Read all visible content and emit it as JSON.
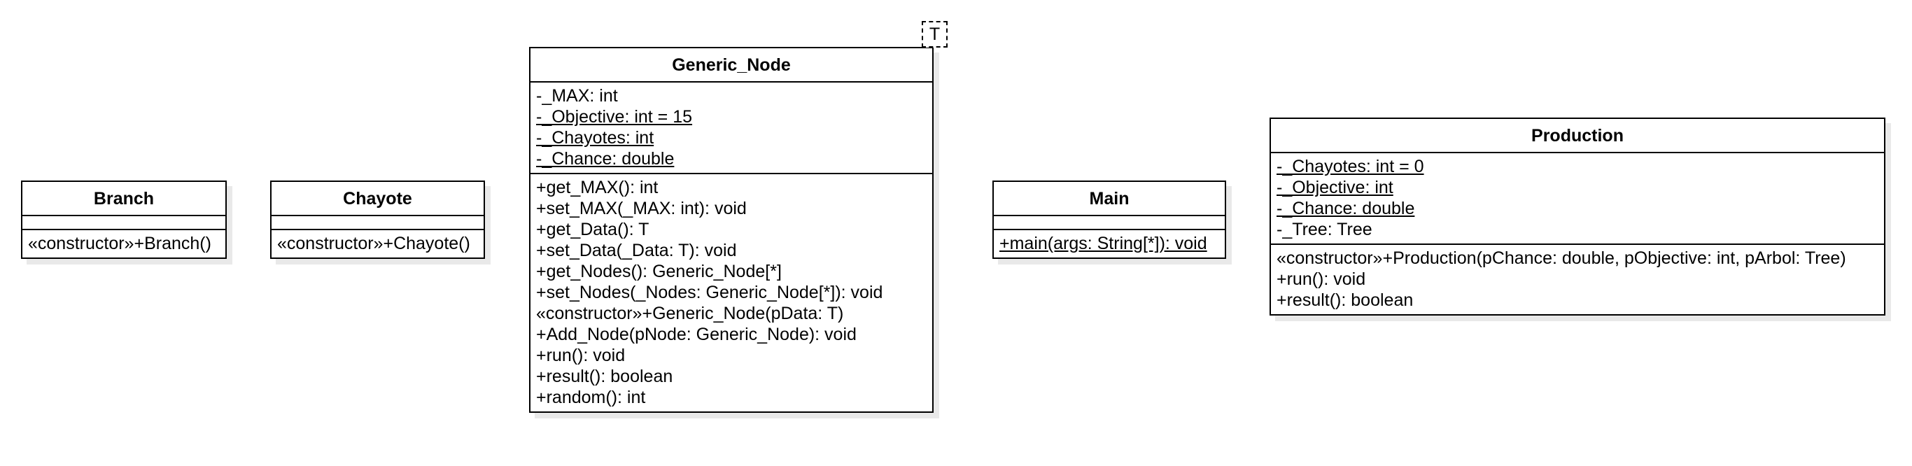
{
  "classes": {
    "branch": {
      "name": "Branch",
      "attributes": [],
      "operations": [
        {
          "text": "«constructor»+Branch()",
          "static": false
        }
      ]
    },
    "chayote": {
      "name": "Chayote",
      "attributes": [],
      "operations": [
        {
          "text": "«constructor»+Chayote()",
          "static": false
        }
      ]
    },
    "generic_node": {
      "name": "Generic_Node",
      "template_parameter": "T",
      "attributes": [
        {
          "text": "-_MAX: int",
          "static": false
        },
        {
          "text": "-_Objective: int = 15",
          "static": true
        },
        {
          "text": "-_Chayotes: int",
          "static": true
        },
        {
          "text": "-_Chance: double",
          "static": true
        }
      ],
      "operations": [
        {
          "text": "+get_MAX(): int",
          "static": false
        },
        {
          "text": "+set_MAX(_MAX: int): void",
          "static": false
        },
        {
          "text": "+get_Data(): T",
          "static": false
        },
        {
          "text": "+set_Data(_Data: T): void",
          "static": false
        },
        {
          "text": "+get_Nodes(): Generic_Node[*]",
          "static": false
        },
        {
          "text": "+set_Nodes(_Nodes: Generic_Node[*]): void",
          "static": false
        },
        {
          "text": "«constructor»+Generic_Node(pData: T)",
          "static": false
        },
        {
          "text": "+Add_Node(pNode: Generic_Node): void",
          "static": false
        },
        {
          "text": "+run(): void",
          "static": false
        },
        {
          "text": "+result(): boolean",
          "static": false
        },
        {
          "text": "+random(): int",
          "static": false
        }
      ]
    },
    "main": {
      "name": "Main",
      "attributes": [],
      "operations": [
        {
          "text": "+main(args: String[*]): void",
          "static": true
        }
      ]
    },
    "production": {
      "name": "Production",
      "attributes": [
        {
          "text": "-_Chayotes: int = 0",
          "static": true
        },
        {
          "text": "-_Objective: int",
          "static": true
        },
        {
          "text": "-_Chance: double",
          "static": true
        },
        {
          "text": "-_Tree: Tree",
          "static": false
        }
      ],
      "operations": [
        {
          "text": "«constructor»+Production(pChance: double, pObjective: int, pArbol: Tree)",
          "static": false
        },
        {
          "text": "+run(): void",
          "static": false
        },
        {
          "text": "+result(): boolean",
          "static": false
        }
      ]
    }
  }
}
